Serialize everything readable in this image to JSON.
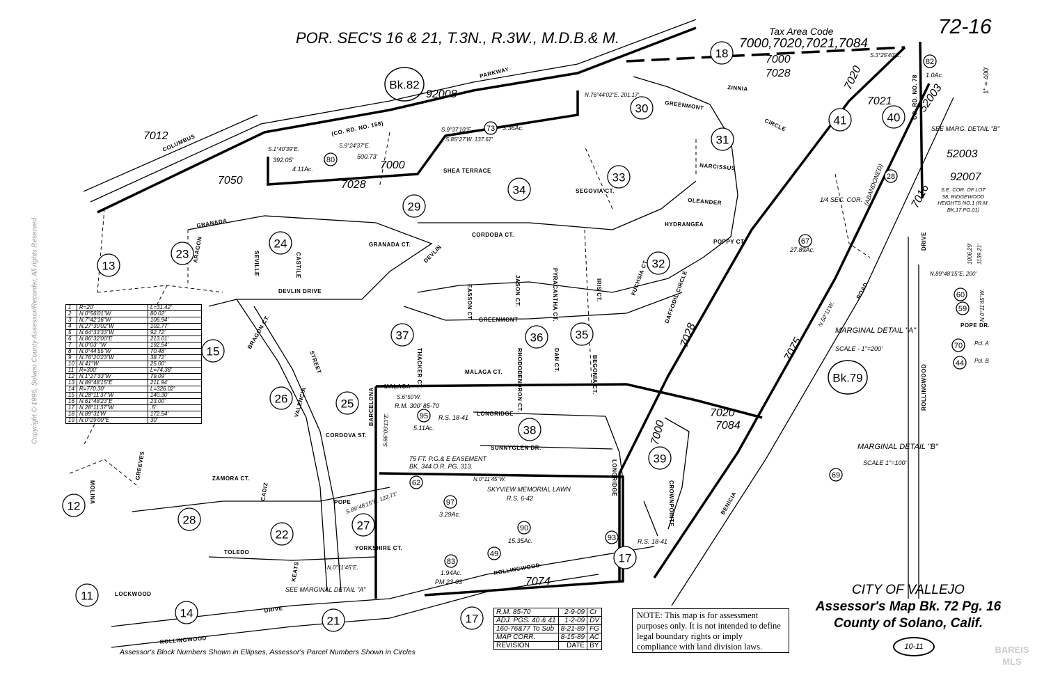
{
  "header": {
    "title": "POR. SEC'S 16 & 21, T.3N., R.3W., M.D.B.& M.",
    "map_number": "72-16",
    "tax_area_label": "Tax Area Code",
    "tax_area_codes": "7000,7020,7021,7084",
    "scale": "1\" = 400'"
  },
  "blocks": [
    "Bk.82",
    "Bk.79"
  ],
  "parcels": [
    "18",
    "30",
    "31",
    "33",
    "34",
    "29",
    "80",
    "73",
    "24",
    "23",
    "13",
    "32",
    "37",
    "36",
    "35",
    "26",
    "25",
    "15",
    "38",
    "39",
    "95",
    "62",
    "97",
    "27",
    "28",
    "22",
    "12",
    "90",
    "49",
    "83",
    "93",
    "17",
    "11",
    "14",
    "21",
    "17",
    "41",
    "40",
    "82",
    "28",
    "67",
    "60",
    "59",
    "70",
    "44",
    "69"
  ],
  "tax_codes": [
    "7012",
    "7050",
    "7000",
    "7028",
    "7000",
    "7028",
    "7020",
    "7021",
    "7028",
    "7000",
    "7020",
    "7084",
    "7075",
    "7074",
    "7016",
    "92008",
    "52003",
    "52003",
    "92007"
  ],
  "streets": [
    "COLUMBUS",
    "PARKWAY",
    "(CO. RD. NO. 158)",
    "GREENMONT",
    "ZINNIA",
    "CIRCLE",
    "NARCISSUS",
    "OLEANDER",
    "HYDRANGEA",
    "POPPY CT.",
    "FUCHSIA CT.",
    "DAFFODIL CIRCLE",
    "SEGOVIA CT.",
    "GRANADA",
    "CORDOBA CT.",
    "DEVLIN",
    "DEVLIN DRIVE",
    "SHEA TERRACE",
    "GRANADA CT.",
    "SEVILLE",
    "CASTILE",
    "ARAGON",
    "BRAGON CT.",
    "VALENCIA",
    "STREET",
    "CADIZ",
    "BARCELONA",
    "CORDOVA ST.",
    "MALAGA",
    "MALAGA CT.",
    "THACKER CT.",
    "EASSON CT.",
    "RHODODENDRON CT.",
    "JASON CT.",
    "DAN CT.",
    "PYRACANTHA CT.",
    "IRIS CT.",
    "BEGONIA CT.",
    "GREENMONT",
    "LONGRIDGE",
    "SUNNYGLEN DR.",
    "LONGRIDGE",
    "CROWNPOINTE",
    "MOLINA",
    "GREEVES",
    "ZAMORA CT.",
    "POPE",
    "TOLEDO",
    "KEATS",
    "LOCKWOOD",
    "ROLLINGWOOD",
    "DRIVE",
    "YORKSHIRE CT.",
    "ROLLINGWOOD",
    "BENICIA",
    "ROAD",
    "ROLLINGWOOD",
    "DRIVE",
    "POPE DR.",
    "CO. RD. NO. 78"
  ],
  "annotations": {
    "acres_80": "4.11Ac.",
    "acres_73": "3.36Ac.",
    "acres_67": "27.89Ac.",
    "acres_95": "5.11Ac.",
    "acres_97": "3.29Ac.",
    "acres_90": "15.35Ac.",
    "acres_83": "1.94Ac.",
    "acres_82": "1.0Ac.",
    "skyview": "SKYVIEW MEMORIAL LAWN",
    "skyview_rs": "R.S. 6-42",
    "easement": "75 FT. P.G.& E EASEMENT",
    "easement_bk": "BK. 344 O.R. PG. 313.",
    "rm_95": "R.M. 300' 85-70",
    "rs_18_41": "R.S. 18-41",
    "pm_23_03": "PM 23-03",
    "quarter_sec": "1/4 SEC. COR.",
    "abandoned": "(ABANDONED)",
    "see_detail_a": "SEE MARGINAL DETAIL \"A\"",
    "see_detail_b": "SEE MARG. DETAIL \"B\"",
    "marginal_a": "MARGINAL DETAIL \"A\"",
    "marginal_a_scale": "SCALE - 1\"=200'",
    "marginal_b": "MARGINAL DETAIL \"B\"",
    "marginal_b_scale": "SCALE 1\"=100'",
    "se_corner": "S.E. COR. OF LOT 58, RIDGEWOOD HEIGHTS NO.1 (R.M. BK.17 PG.01)",
    "pcl_a": "Pcl. A",
    "pcl_b": "Pcl. B",
    "bearing_1": "S.3°25'40\"E.",
    "bearing_2": "N.50°11'W.",
    "bearing_3": "N.89°48'15\"E. 200'",
    "bearing_4": "N.0°11'45\"W.",
    "dist_1": "1006.29'",
    "dist_2": "1139.21'",
    "dist_3": "392.05'",
    "dist_4": "500.73'",
    "bearing_5": "S.1°40'39\"E.",
    "bearing_6": "S.9°24'37\"E.",
    "bearing_7": "S.9°37'10\"E.",
    "bearing_8": "S.85°27'W. 137.67'",
    "bearing_9": "N.76°44'02\"E. 201.17'",
    "bearing_10": "S.86°09'13\"E.",
    "bearing_11": "S.6°50'W.",
    "bearing_12": "N.0°11'45\"W.",
    "bearing_13": "S.89°48'15\"E. 122.71'",
    "bearing_14": "N.0°11'45\"E."
  },
  "bearing_table": [
    [
      "1",
      "R=20'",
      "L=31.42'"
    ],
    [
      "2",
      "N.0°56'01\"W",
      "80.02'"
    ],
    [
      "3",
      "N.7°42'16\"W",
      "106.94'"
    ],
    [
      "4",
      "N.27°30'02\"W",
      "102.77'"
    ],
    [
      "5",
      "N.64°33'33\"W",
      "92.72'"
    ],
    [
      "6",
      "N.86°32'00\"E",
      "213.01'"
    ],
    [
      "7",
      "N.0°03'  \"W",
      "192.54'"
    ],
    [
      "8",
      "N.0°44'55\"W",
      "70.48'"
    ],
    [
      "9",
      "N.76°20'23\"W",
      "38.72'"
    ],
    [
      "10",
      "N.41°W",
      "25.00'"
    ],
    [
      "11",
      "R=300'",
      "L=74.38'"
    ],
    [
      "12",
      "N.1°27'33\"W",
      "79.09'"
    ],
    [
      "13",
      "N.89°48'15\"E",
      "211.94'"
    ],
    [
      "14",
      "R=770.30'",
      "L=326.02'"
    ],
    [
      "15",
      "N.28°11'37\"W",
      "140.30'"
    ],
    [
      "16",
      "N.61°48'23\"E",
      "23.00'"
    ],
    [
      "17",
      "N.28°11'37\"W",
      "  .5'"
    ],
    [
      "18",
      "N.89°31'W",
      "172.54'"
    ],
    [
      "19",
      "N.0°29'00\"E",
      "30'"
    ]
  ],
  "revisions": {
    "rows": [
      [
        "R.M. 85-70",
        "2-9-09",
        "Cr"
      ],
      [
        "ADJ. PGS. 40 & 41",
        "1-2-09",
        "DV"
      ],
      [
        "160-76&77 To Sub",
        "8-21-89",
        "FG"
      ],
      [
        "MAP CORR.",
        "8-15-89",
        "AC"
      ]
    ],
    "header": [
      "REVISION",
      "DATE",
      "BY"
    ]
  },
  "note": "NOTE: This map is for assessment purposes only. It is not intended to define legal boundary rights or imply compliance with land division laws.",
  "footer": {
    "city": "CITY OF VALLEJO",
    "map_ref": "Assessor's Map Bk. 72  Pg. 16",
    "county": "County of Solano, Calif.",
    "page_ref": "10-11",
    "caption": "Assessor's Block Numbers Shown in Ellipses, Assessor's Parcel Numbers Shown in Circles",
    "copyright": "Copyright © 1996, Solano County Assessor/Recorder, All rights Reserved",
    "logo": "BAREIS MLS"
  }
}
